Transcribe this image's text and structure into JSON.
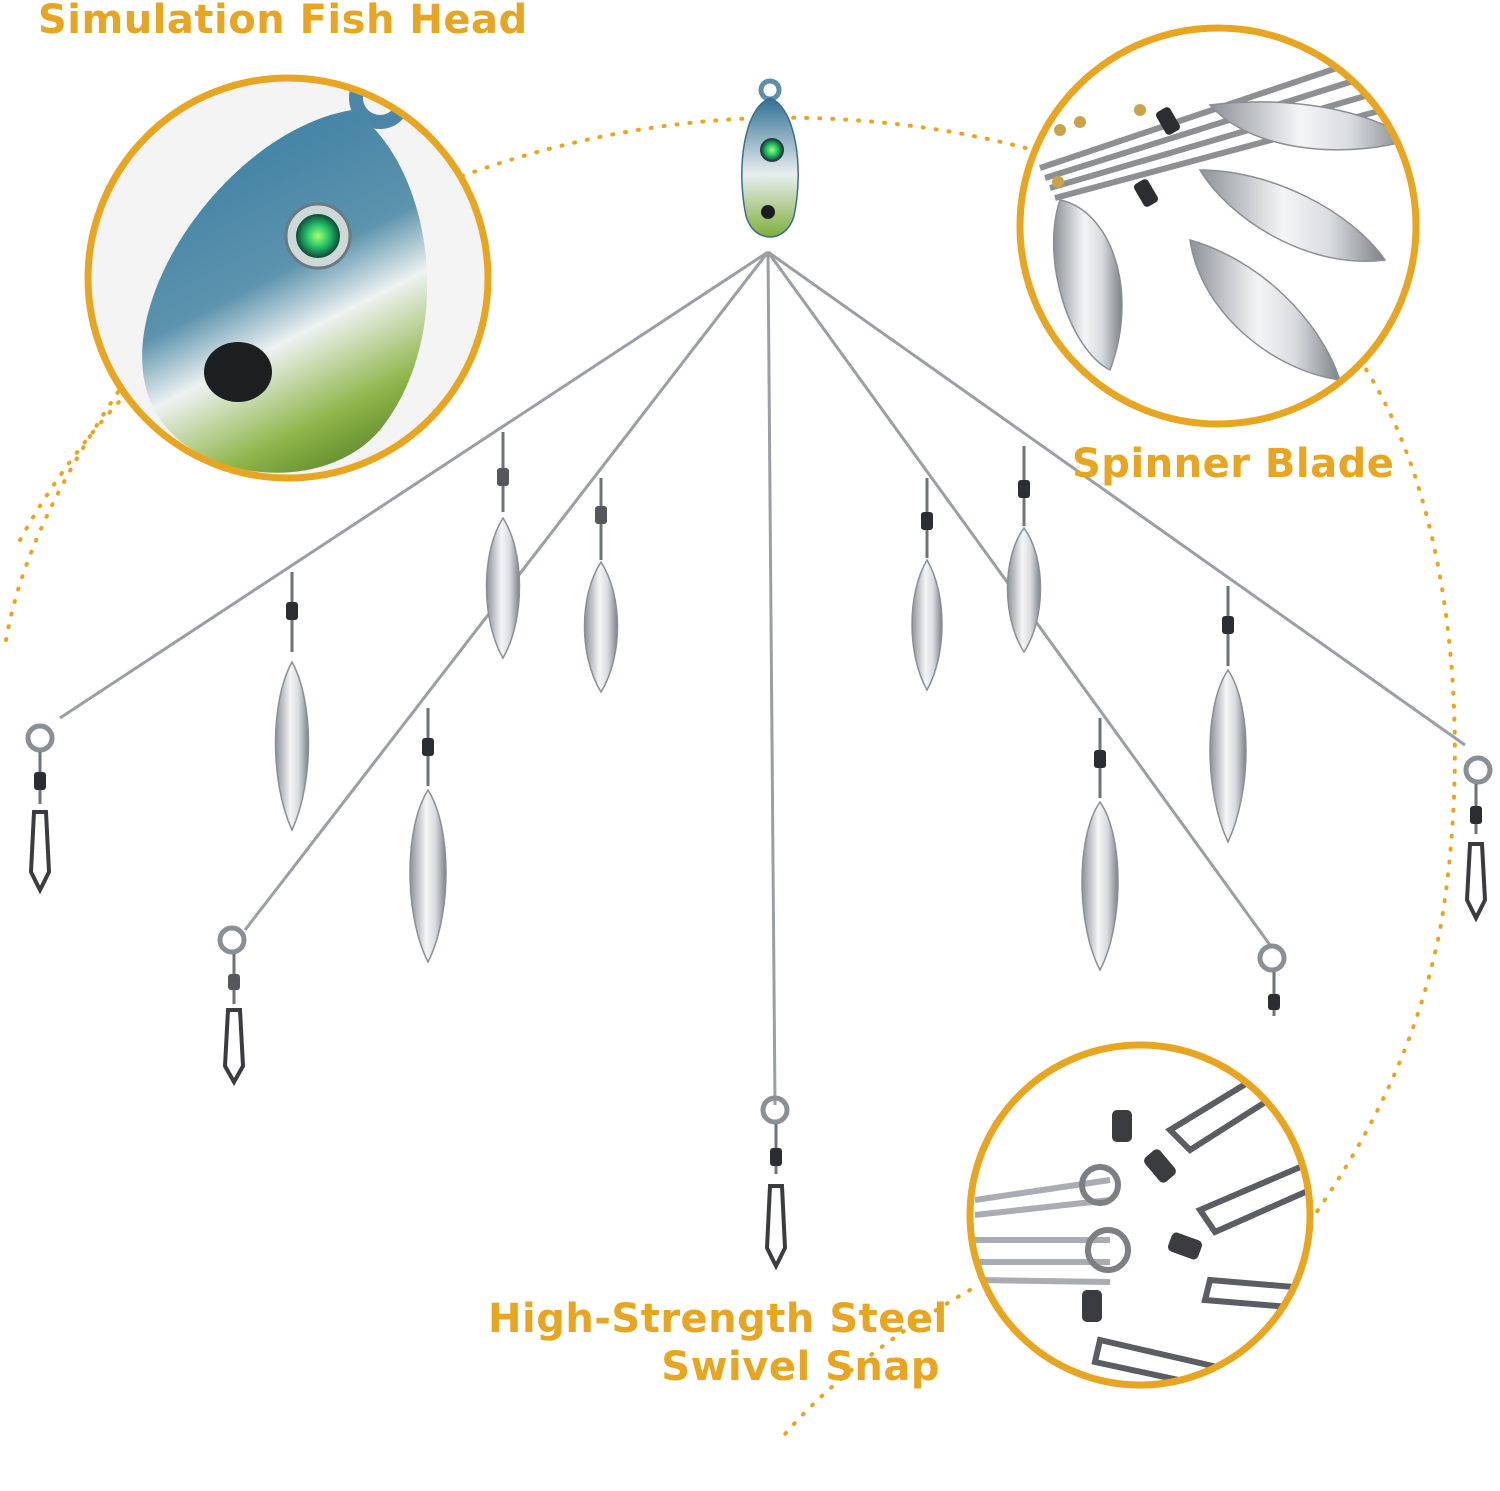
{
  "labels": {
    "fish_head": "Simulation Fish Head",
    "spinner_blade": "Spinner Blade",
    "swivel_line1": "High-Strength Steel",
    "swivel_line2": "Swivel Snap"
  },
  "colors": {
    "accent": "#E8A521",
    "wire": "#9a9fa5",
    "blade_light": "#f4f5f6",
    "blade_dark": "#8d9298",
    "swivel": "#2c2d30",
    "fish_blue": "#2f6f92",
    "fish_green": "#7fae3a",
    "fish_eye": "#27c46b"
  },
  "icons": {
    "fish_head": "fish-head-lure",
    "spinner_blade": "willow-blade",
    "swivel_snap": "swivel-snap"
  }
}
